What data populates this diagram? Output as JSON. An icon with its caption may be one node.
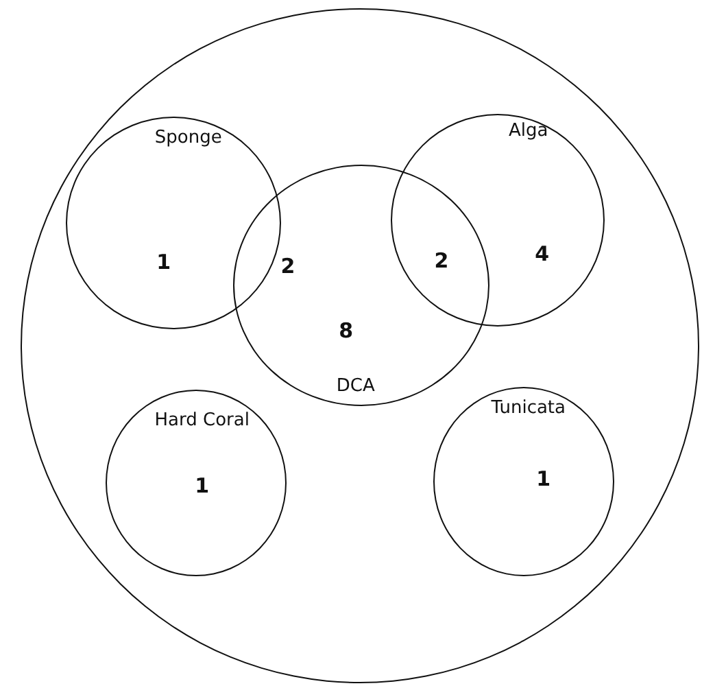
{
  "diagram": {
    "nodes": [
      {
        "text": [],
        "shape": "circle"
      },
      {
        "text": [
          "Sponge",
          "1"
        ],
        "in": 0
      },
      {
        "text": [
          "Alga",
          "4"
        ],
        "in": 0
      },
      {
        "text": [
          "8",
          "DCA"
        ],
        "in": 0
      },
      {
        "text": [
          "Hard Coral",
          "1"
        ],
        "in": 0
      },
      {
        "text": [
          "Tunicata",
          "1"
        ],
        "in": 0
      }
    ],
    "edges": [],
    "labels": [
      "2",
      "2"
    ]
  }
}
